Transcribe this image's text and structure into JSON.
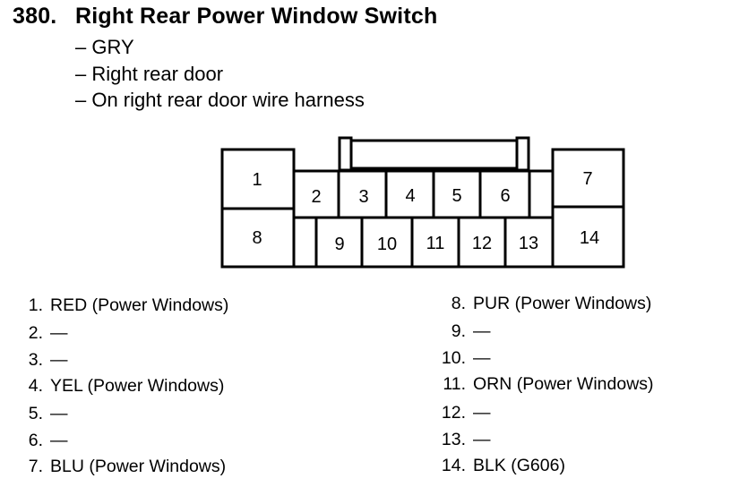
{
  "header": {
    "number": "380.",
    "title": "Right Rear Power Window Switch",
    "details": [
      "– GRY",
      "– Right rear door",
      "– On right rear door wire harness"
    ]
  },
  "connector": {
    "pin_labels": [
      "1",
      "2",
      "3",
      "4",
      "5",
      "6",
      "7",
      "8",
      "9",
      "10",
      "11",
      "12",
      "13",
      "14"
    ]
  },
  "pins": {
    "left": [
      {
        "num": "1.",
        "desc": "RED (Power Windows)"
      },
      {
        "num": "2.",
        "desc": "—"
      },
      {
        "num": "3.",
        "desc": "—"
      },
      {
        "num": "4.",
        "desc": "YEL (Power Windows)"
      },
      {
        "num": "5.",
        "desc": "—"
      },
      {
        "num": "6.",
        "desc": "—"
      },
      {
        "num": "7.",
        "desc": "BLU (Power Windows)"
      }
    ],
    "right": [
      {
        "num": "8.",
        "desc": "PUR (Power Windows)"
      },
      {
        "num": "9.",
        "desc": "—"
      },
      {
        "num": "10.",
        "desc": "—"
      },
      {
        "num": "11.",
        "desc": "ORN (Power Windows)"
      },
      {
        "num": "12.",
        "desc": "—"
      },
      {
        "num": "13.",
        "desc": "—"
      },
      {
        "num": "14.",
        "desc": "BLK (G606)"
      }
    ]
  }
}
